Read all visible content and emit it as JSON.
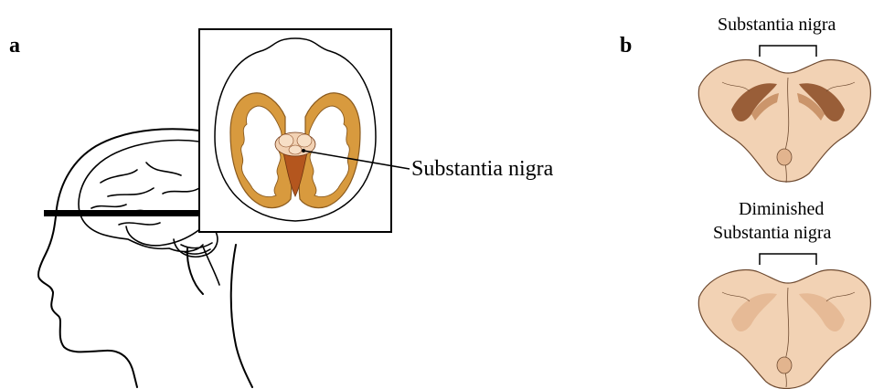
{
  "panel_a": {
    "letter": "a",
    "label": "Substantia nigra"
  },
  "panel_b": {
    "letter": "b",
    "normal_label": "Substantia nigra",
    "diminished_label_line1": "Diminished",
    "diminished_label_line2": "Substantia nigra"
  },
  "colors": {
    "white_matter": "#ffffff",
    "gray_matter": "#d89a3e",
    "cortex_edge": "#b5711e",
    "brainstem_fill": "#f2d2b4",
    "nigra_dark": "#8a4a22",
    "nigra_pale": "#e2b48e",
    "outline": "#000000"
  }
}
